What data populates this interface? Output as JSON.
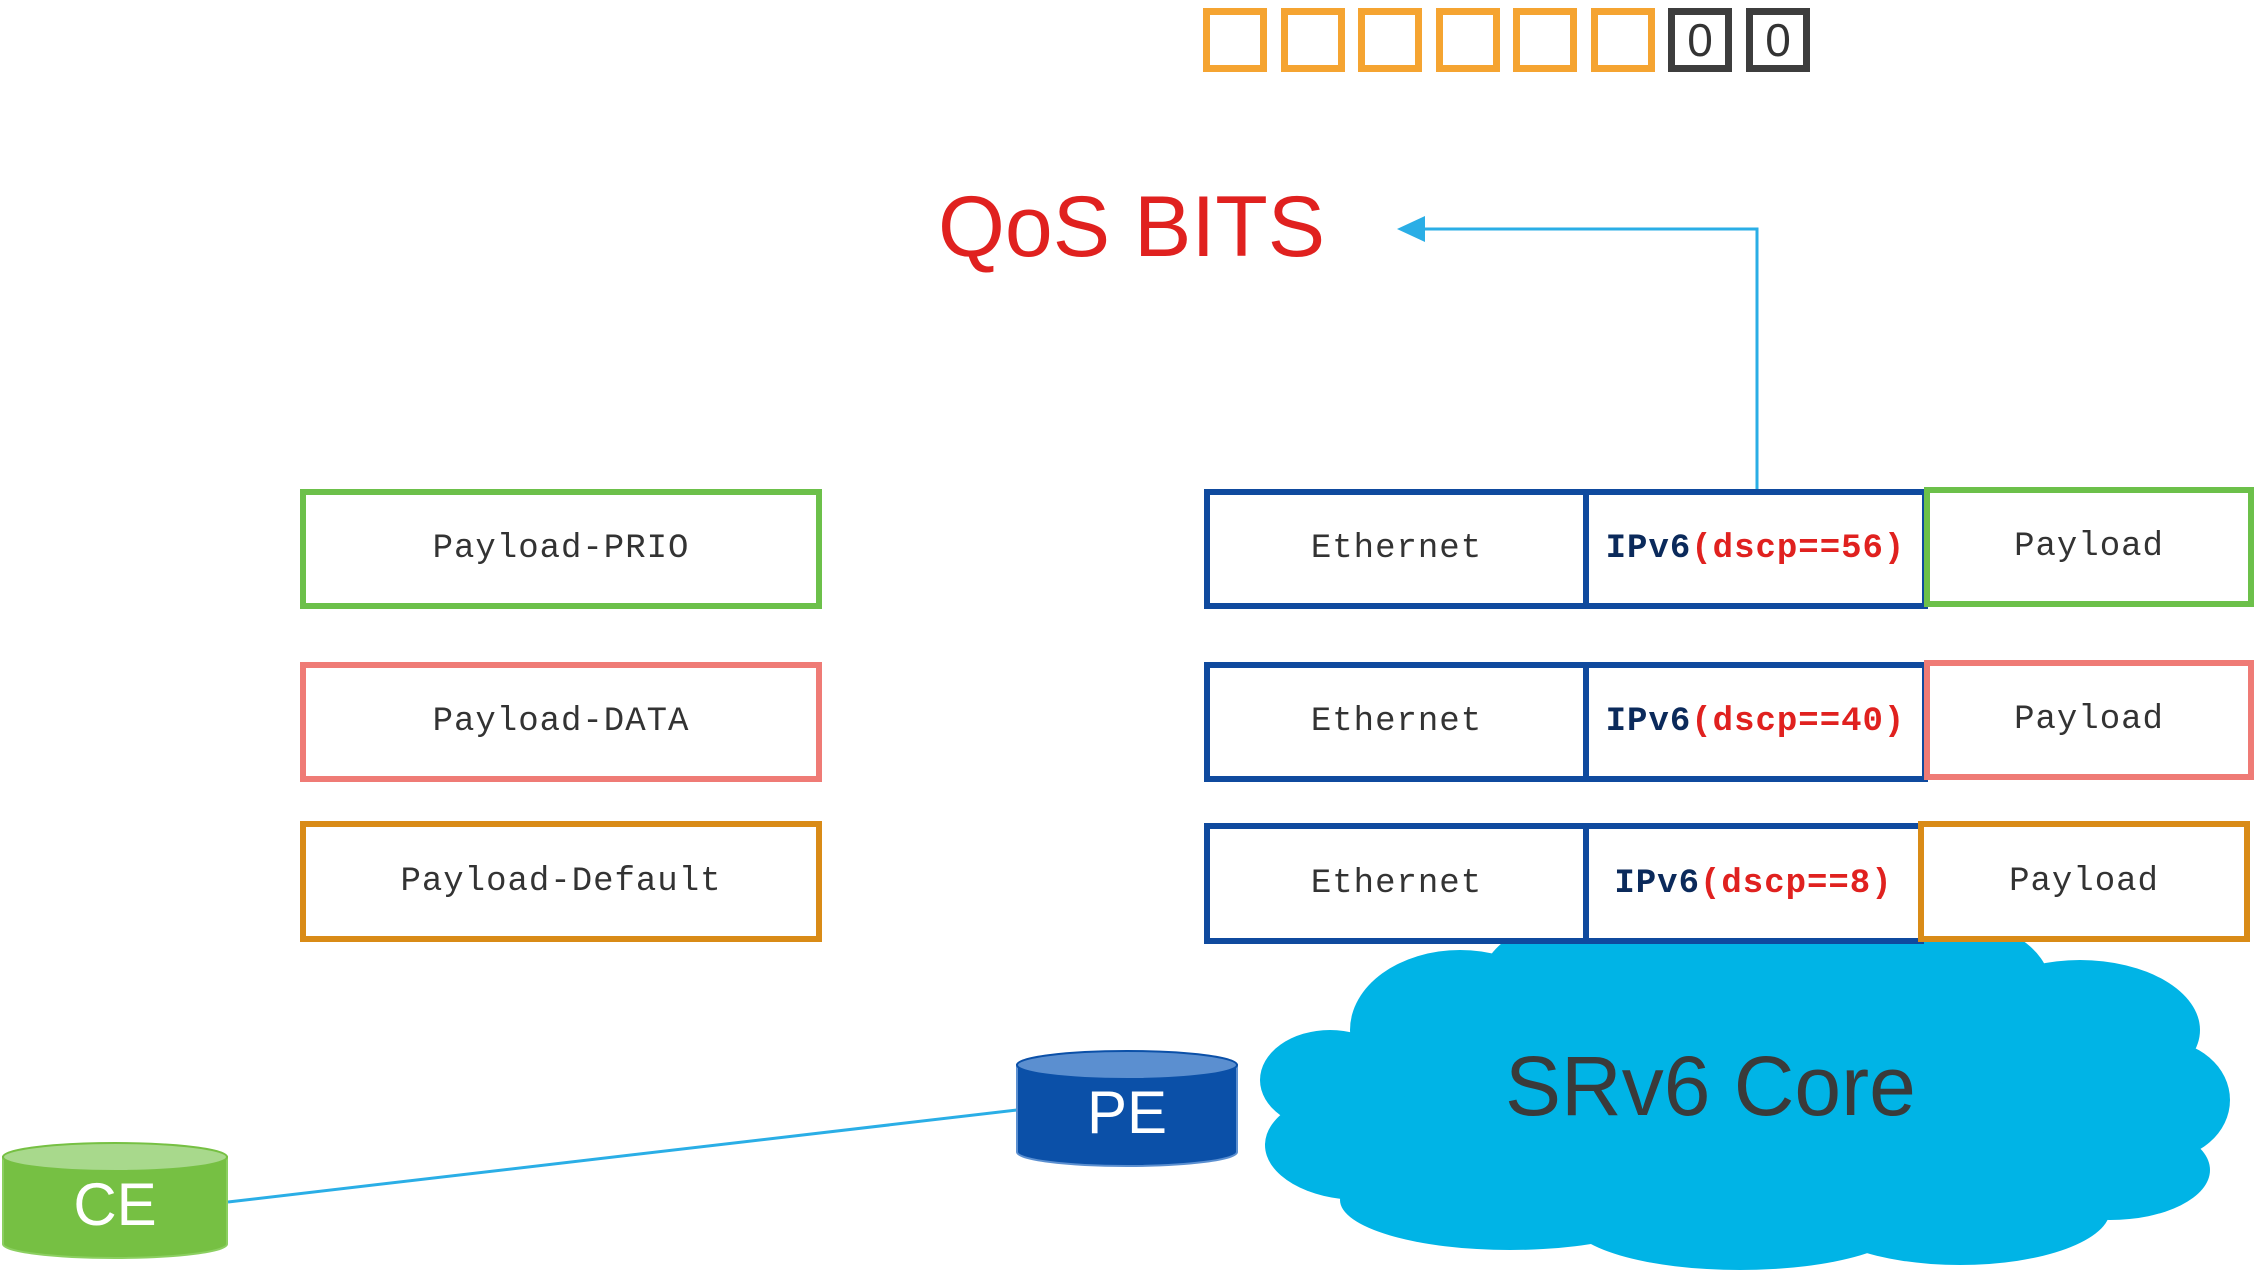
{
  "qos_bits": {
    "cells": [
      {
        "kind": "dscp",
        "text": ""
      },
      {
        "kind": "dscp",
        "text": ""
      },
      {
        "kind": "dscp",
        "text": ""
      },
      {
        "kind": "dscp",
        "text": ""
      },
      {
        "kind": "dscp",
        "text": ""
      },
      {
        "kind": "dscp",
        "text": ""
      },
      {
        "kind": "ecn",
        "text": "0"
      },
      {
        "kind": "ecn",
        "text": "0"
      }
    ],
    "title": "QoS BITS"
  },
  "payload_classes": [
    {
      "label": "Payload-PRIO",
      "color": "#6cc04a"
    },
    {
      "label": "Payload-DATA",
      "color": "#ef7b76"
    },
    {
      "label": "Payload-Default",
      "color": "#d98b17"
    }
  ],
  "packets": [
    {
      "ethernet": "Ethernet",
      "ipv6": "IPv6",
      "dscp": "(dscp==56)",
      "payload": "Payload",
      "payload_color": "#6cc04a"
    },
    {
      "ethernet": "Ethernet",
      "ipv6": "IPv6",
      "dscp": "(dscp==40)",
      "payload": "Payload",
      "payload_color": "#ef7b76"
    },
    {
      "ethernet": "Ethernet",
      "ipv6": "IPv6",
      "dscp": "(dscp==8)",
      "payload": "Payload",
      "payload_color": "#d98b17"
    }
  ],
  "network": {
    "core_label": "SRv6 Core",
    "pe_label": "PE",
    "ce_label": "CE"
  },
  "colors": {
    "header_border": "#0f4a9e",
    "dscp_bits": "#f5a431",
    "ecn_bits": "#3d3d3d",
    "accent_red": "#e0211f",
    "cloud": "#00b4e6",
    "pe_body": "#0b50a8",
    "pe_top": "#5b8fd0",
    "ce_body": "#76c043",
    "ce_top": "#a8d98c",
    "link": "#2aaee6"
  }
}
